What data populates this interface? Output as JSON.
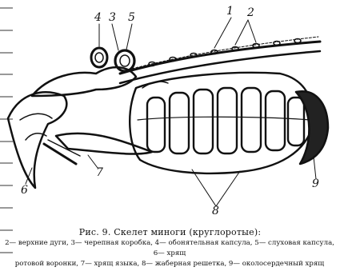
{
  "figure": {
    "labels": {
      "l1": "1",
      "l2": "2",
      "l3": "3",
      "l4": "4",
      "l5": "5",
      "l6": "6",
      "l7": "7",
      "l8": "8",
      "l9": "9"
    },
    "caption": "Рис. 9. Скелет миноги (круглоротые):",
    "legend_line1": "2— верхние дуги, 3— черепная коробка, 4— обонятельная капсула, 5— слуховая капсула, 6— хрящ",
    "legend_line2": "ротовой воронки, 7— хрящ языка, 8— жаберная решетка, 9— околосердечный хрящ"
  }
}
